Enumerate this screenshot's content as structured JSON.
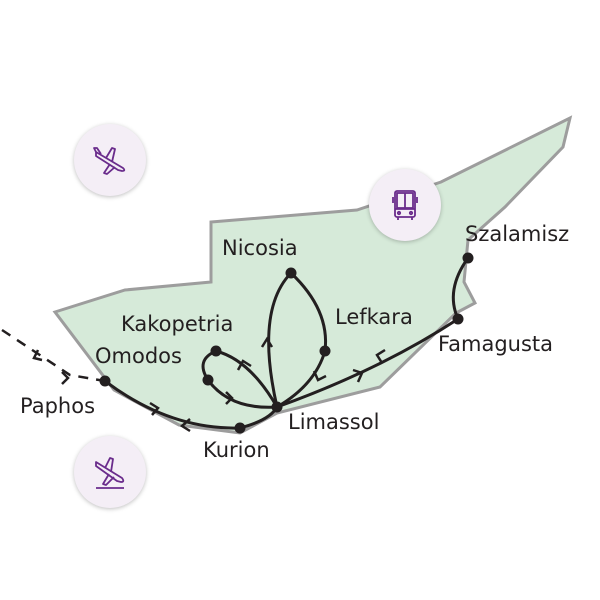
{
  "colors": {
    "land": "#d6ead9",
    "coast": "#9d9d9d",
    "route": "#231f20",
    "icon": "#6a2c8c",
    "icon_bg": "#f4eef6"
  },
  "places": [
    {
      "name": "Nicosia"
    },
    {
      "name": "Kakopetria"
    },
    {
      "name": "Omodos"
    },
    {
      "name": "Paphos"
    },
    {
      "name": "Kurion"
    },
    {
      "name": "Limassol"
    },
    {
      "name": "Lefkara"
    },
    {
      "name": "Famagusta"
    },
    {
      "name": "Szalamisz"
    }
  ],
  "icons": [
    {
      "name": "airplane-departure-icon"
    },
    {
      "name": "bus-icon"
    },
    {
      "name": "airplane-arrival-icon"
    }
  ]
}
